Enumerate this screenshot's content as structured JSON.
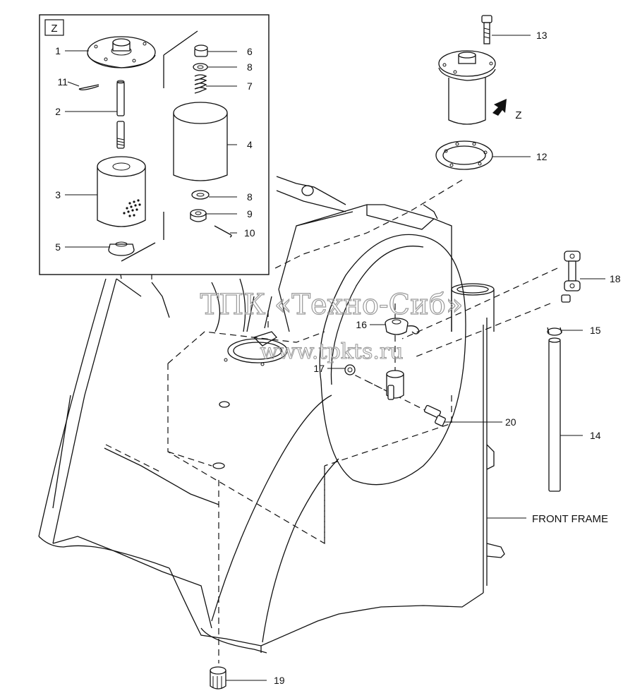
{
  "inset": {
    "tag": "Z"
  },
  "callouts": {
    "c1": "1",
    "c2": "2",
    "c3": "3",
    "c4": "4",
    "c5": "5",
    "c6": "6",
    "c7": "7",
    "c8a": "8",
    "c8b": "8",
    "c9": "9",
    "c10": "10",
    "c11": "11",
    "c12": "12",
    "c13": "13",
    "c14": "14",
    "c15": "15",
    "c16": "16",
    "c17": "17",
    "c18": "18",
    "c19": "19",
    "c20": "20"
  },
  "labels": {
    "view_z": "Z",
    "front_frame": "FRONT FRAME"
  },
  "watermark": {
    "line1": "ТПК «Техно-Сиб»",
    "line2": "www.tpkts.ru"
  }
}
